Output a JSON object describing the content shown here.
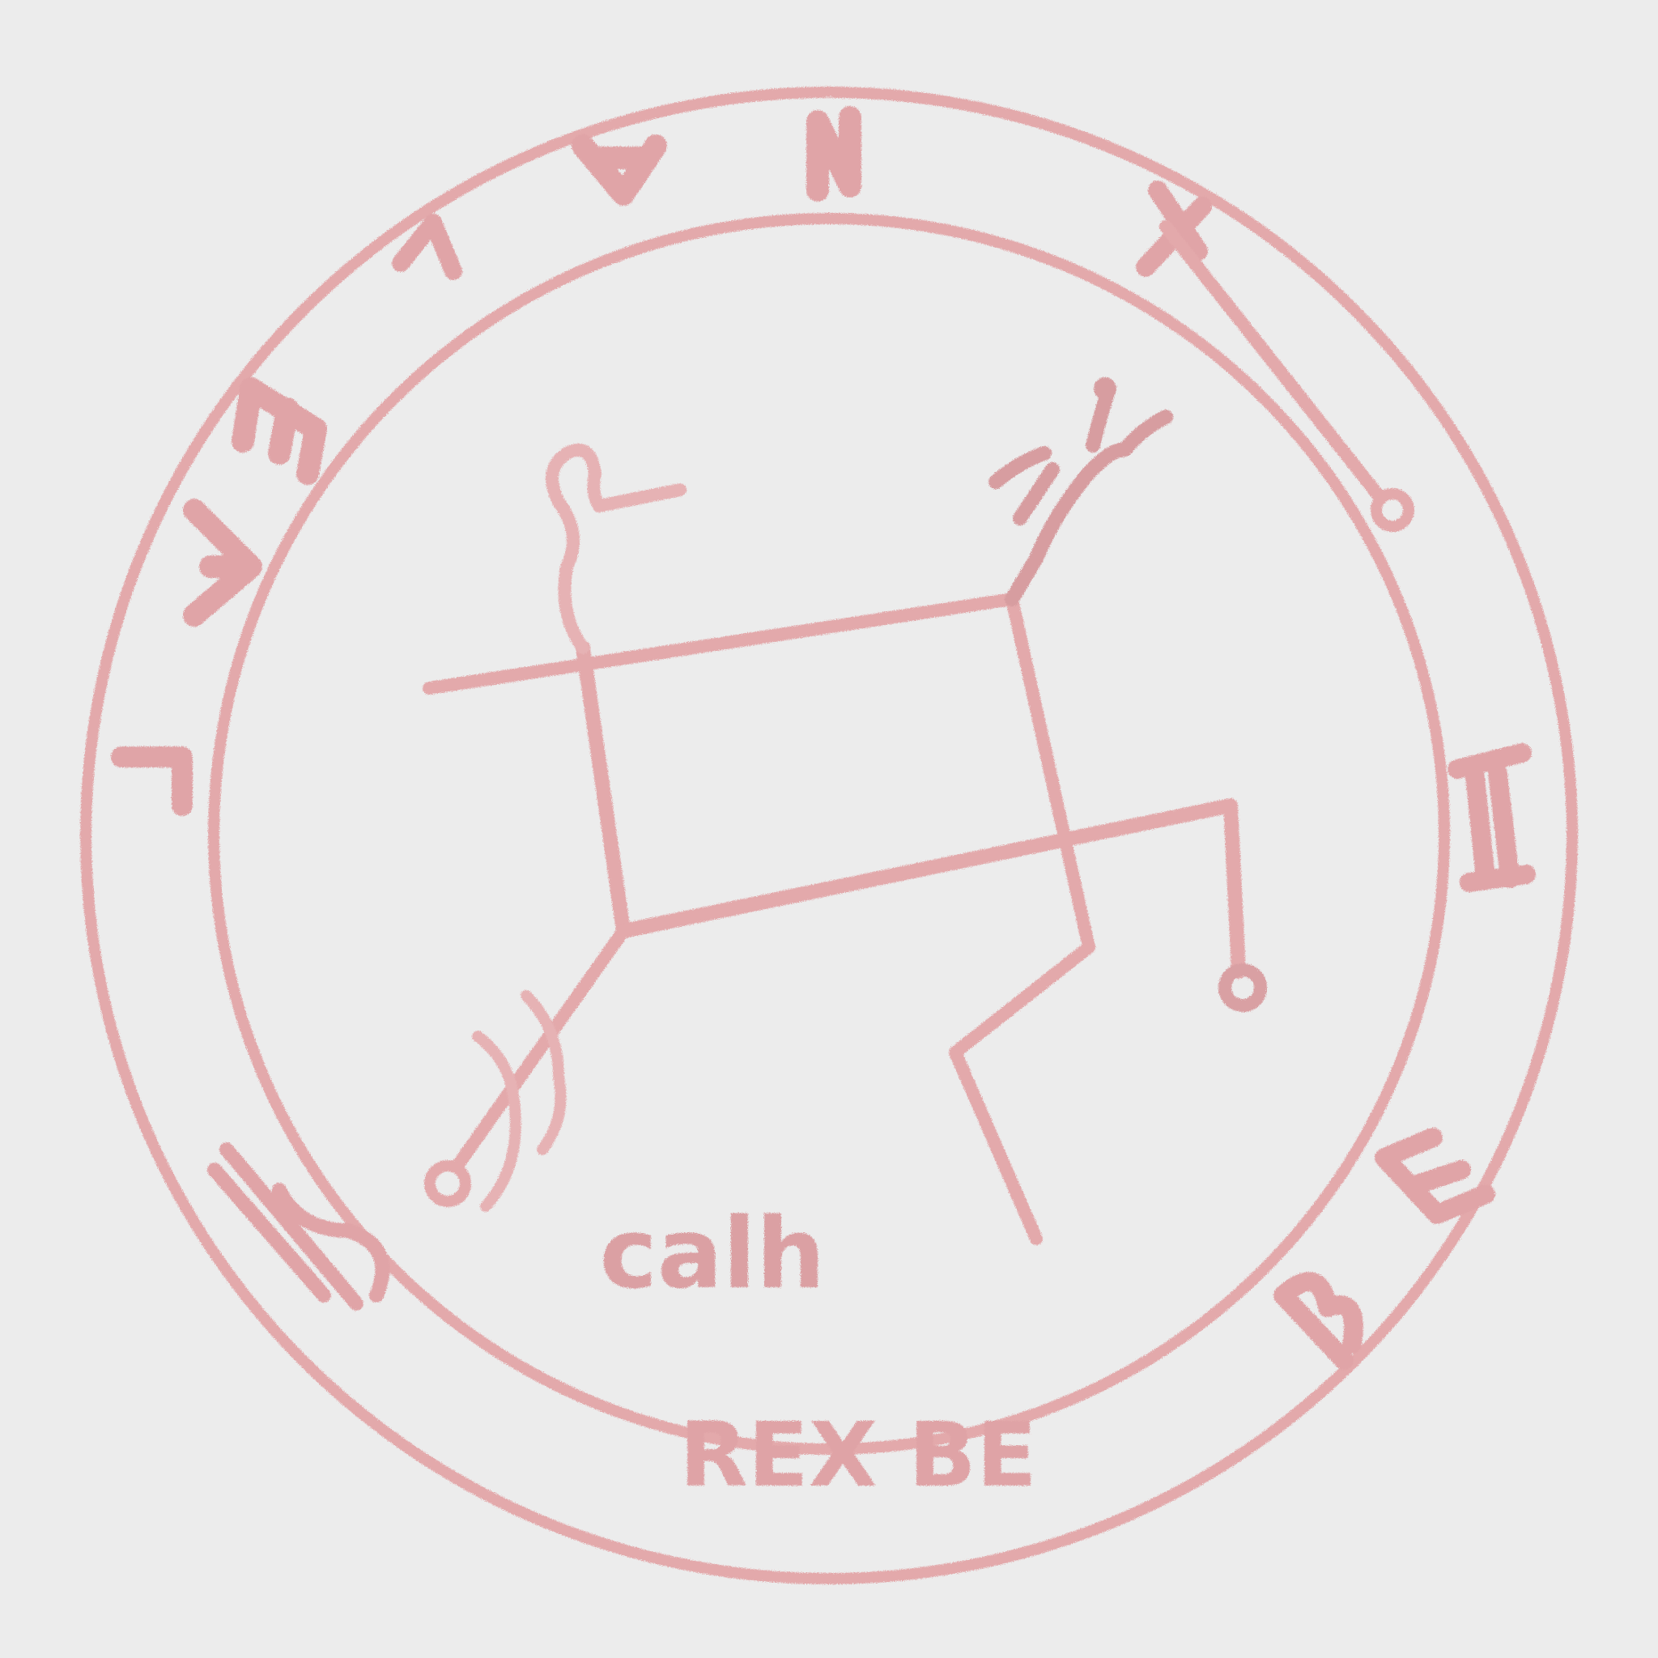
{
  "seal": {
    "ring_text": {
      "left_sequence": "NAVEAL",
      "right_sequence": "REX BE"
    },
    "inner_label": "calh"
  },
  "colors": {
    "background": "#ececec",
    "ink": "#e3a9ab",
    "ink_dark": "#d79da0"
  }
}
